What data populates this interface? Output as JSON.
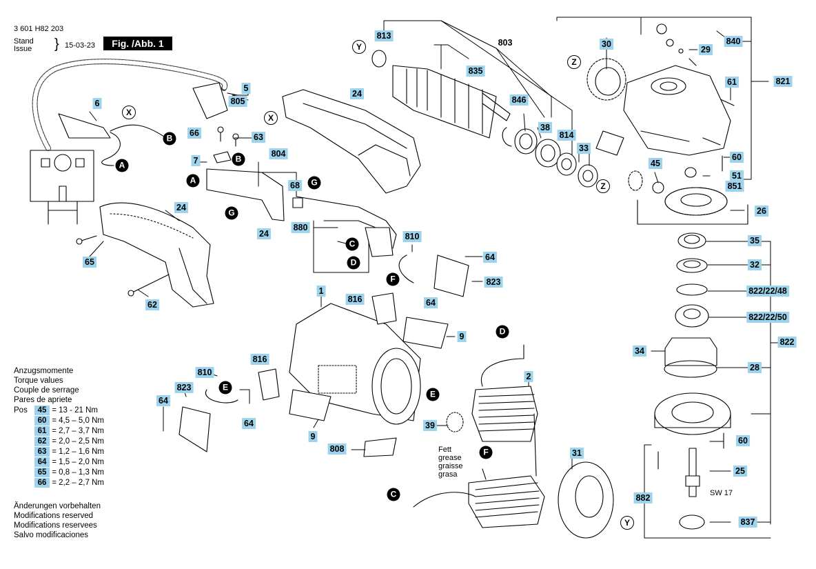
{
  "header": {
    "doc_number": "3 601 H82 203",
    "stand": "Stand",
    "issue": "Issue",
    "date": "15-03-23",
    "figure": "Fig. /Abb. 1"
  },
  "torque": {
    "titles": [
      "Anzugsmomente",
      "Torque values",
      "Couple de serrage",
      "Pares de apriete"
    ],
    "pos_label": "Pos",
    "rows": [
      {
        "pos": "45",
        "value": "=  13 - 21 Nm"
      },
      {
        "pos": "60",
        "value": "=  4,5 – 5,0 Nm"
      },
      {
        "pos": "61",
        "value": "=  2,7 – 3,7 Nm"
      },
      {
        "pos": "62",
        "value": "=  2,0 – 2,5 Nm"
      },
      {
        "pos": "63",
        "value": "=  1,2 – 1,6 Nm"
      },
      {
        "pos": "64",
        "value": "=  1,5 – 2,0 Nm"
      },
      {
        "pos": "65",
        "value": "=  0,8 – 1,3 Nm"
      },
      {
        "pos": "66",
        "value": "=  2,2 – 2,7 Nm"
      }
    ]
  },
  "notes": [
    "Änderungen vorbehalten",
    "Modifications reserved",
    "Modifications reservees",
    "Salvo modificaciones"
  ],
  "grease": [
    "Fett",
    "grease",
    "graisse",
    "grasa"
  ],
  "sw_label": "SW 17",
  "parts": {
    "p813": "813",
    "p803": "803",
    "p835": "835",
    "p30": "30",
    "p840": "840",
    "p29": "29",
    "p821": "821",
    "p61": "61",
    "p5": "5",
    "p805": "805",
    "p24a": "24",
    "p6": "6",
    "p846": "846",
    "p38": "38",
    "p814": "814",
    "p33": "33",
    "p60a": "60",
    "p45": "45",
    "p51": "51",
    "p851": "851",
    "p26": "26",
    "p66": "66",
    "p63": "63",
    "p7": "7",
    "p804": "804",
    "p68": "68",
    "p24b": "24",
    "p24c": "24",
    "p880": "880",
    "p65": "65",
    "p62": "62",
    "p810a": "810",
    "p64a": "64",
    "p823a": "823",
    "p35": "35",
    "p32": "32",
    "p822_48": "822/22/48",
    "p822_50": "822/22/50",
    "p816a": "816",
    "p64b": "64",
    "p1": "1",
    "p9a": "9",
    "p822": "822",
    "p34": "34",
    "p28": "28",
    "p816b": "816",
    "p810b": "810",
    "p823b": "823",
    "p64c": "64",
    "p64d": "64",
    "p2": "2",
    "p9b": "9",
    "p39": "39",
    "p808": "808",
    "p31": "31",
    "p60b": "60",
    "p25": "25",
    "p882": "882",
    "p837": "837"
  },
  "refs": {
    "A": "A",
    "B": "B",
    "C": "C",
    "D": "D",
    "E": "E",
    "F": "F",
    "G": "G",
    "X": "X",
    "Y": "Y",
    "Z": "Z"
  }
}
